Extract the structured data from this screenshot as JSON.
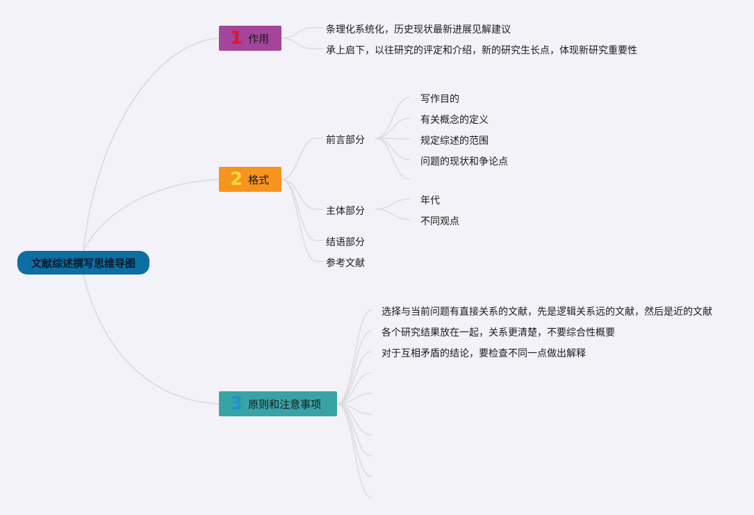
{
  "root": {
    "label": "文献综述撰写思维导图"
  },
  "branches": [
    {
      "number": "1",
      "label": "作用",
      "color": "#a4449a",
      "items": [
        "条理化系统化，历史现状最新进展见解建议",
        "承上启下，以往研究的评定和介绍，新的研究生长点，体现新研究重要性"
      ]
    },
    {
      "number": "2",
      "label": "格式",
      "color": "#f7941d",
      "sections": [
        {
          "label": "前言部分",
          "items": [
            "写作目的",
            "有关概念的定义",
            "规定综述的范围",
            "问题的现状和争论点"
          ]
        },
        {
          "label": "主体部分",
          "items": [
            "年代",
            "不同观点"
          ]
        },
        {
          "label": "结语部分"
        },
        {
          "label": "参考文献"
        }
      ]
    },
    {
      "number": "3",
      "label": "原则和注意事项",
      "color": "#38a3a5",
      "items": [
        "选择与当前问题有直接关系的文献，先是逻辑关系远的文献，然后是近的文献",
        "各个研究结果放在一起，关系更清楚，不要综合性概要",
        "对于互相矛盾的结论，要检查不同一点做出解释"
      ]
    }
  ]
}
